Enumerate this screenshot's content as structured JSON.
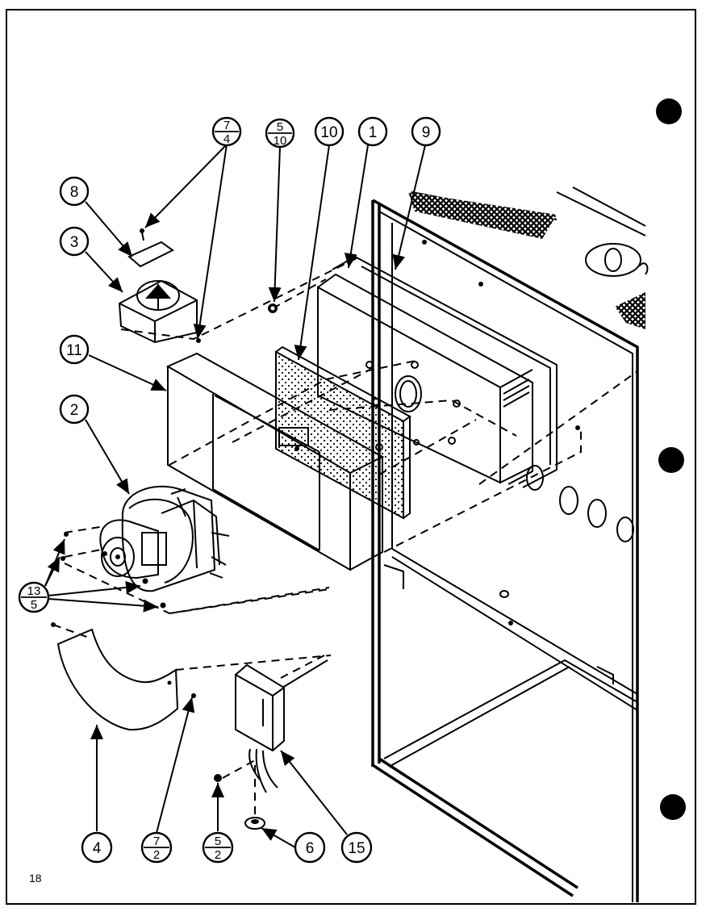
{
  "page_number": "18",
  "callouts": {
    "c1": "1",
    "c2": "2",
    "c3": "3",
    "c4": "4",
    "c6": "6",
    "c8": "8",
    "c9": "9",
    "c10": "10",
    "c11": "11",
    "c15": "15",
    "c7_4": {
      "top": "7",
      "bottom": "4"
    },
    "c5_10": {
      "top": "5",
      "bottom": "10"
    },
    "c13_5": {
      "top": "13",
      "bottom": "5"
    },
    "c7_2": {
      "top": "7",
      "bottom": "2"
    },
    "c5_2": {
      "top": "5",
      "bottom": "2"
    }
  }
}
